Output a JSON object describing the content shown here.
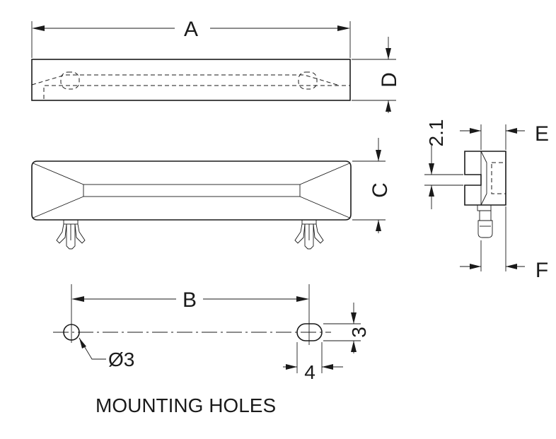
{
  "labels": {
    "dim_a": "A",
    "dim_b": "B",
    "dim_c": "C",
    "dim_d": "D",
    "dim_e": "E",
    "dim_f": "F",
    "dim_21": "2.1",
    "dim_3": "3",
    "dim_4": "4",
    "hole_dia": "Ø3",
    "caption": "MOUNTING HOLES"
  }
}
